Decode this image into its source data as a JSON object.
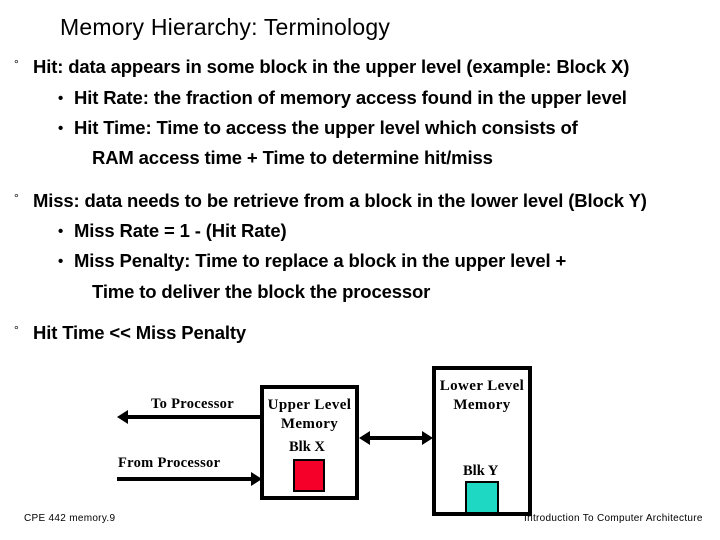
{
  "slide": {
    "title": "Memory Hierarchy: Terminology",
    "lines": [
      {
        "level": 1,
        "marker": "°",
        "text": "Hit: data appears in some block in the upper level (example: Block X)"
      },
      {
        "level": 2,
        "marker": "•",
        "text": "Hit Rate: the fraction of memory access found in the upper level"
      },
      {
        "level": 2,
        "marker": "•",
        "text": "Hit Time: Time to access the upper level which consists of"
      },
      {
        "level": 3,
        "marker": "",
        "text": "RAM access time + Time to determine hit/miss"
      },
      {
        "level": 1,
        "marker": "°",
        "text": "Miss: data needs to be retrieve from a block in the lower level (Block Y)"
      },
      {
        "level": 2,
        "marker": "•",
        "text": "Miss Rate  = 1 - (Hit Rate)"
      },
      {
        "level": 2,
        "marker": "•",
        "text": "Miss Penalty: Time to replace a block in the upper level  +"
      },
      {
        "level": 3,
        "marker": "",
        "text": "Time to deliver the block the processor"
      },
      {
        "level": 1,
        "marker": "°",
        "text": "Hit Time << Miss Penalty"
      }
    ]
  },
  "diagram": {
    "upper_box": {
      "title_line1": "Upper Level",
      "title_line2": "Memory"
    },
    "lower_box": {
      "title_line1": "Lower Level",
      "title_line2": "Memory"
    },
    "blk_x_label": "Blk X",
    "blk_y_label": "Blk Y",
    "blk_x_color": "#F50028",
    "blk_y_color": "#1ED8C4",
    "arrow_to_processor": "To Processor",
    "arrow_from_processor": "From Processor"
  },
  "footer": {
    "left": "CPE 442  memory.9",
    "right": "Introduction To Computer Architecture"
  }
}
